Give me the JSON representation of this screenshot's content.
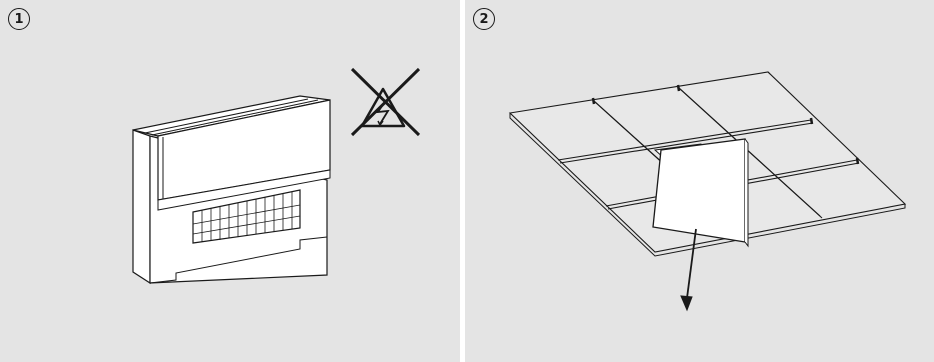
{
  "steps": [
    {
      "number": "1",
      "illustration": "fuse-box-icon",
      "warning": "no-voltage-warning-icon"
    },
    {
      "number": "2",
      "illustration": "ceiling-tile-removal",
      "arrow": "down-arrow-icon"
    }
  ],
  "colors": {
    "panel_background": "#e4e4e4",
    "line": "#1a1a1a",
    "fill": "#ffffff"
  }
}
